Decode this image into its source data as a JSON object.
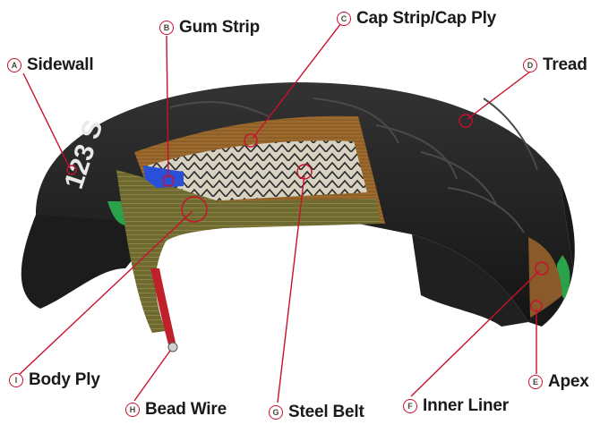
{
  "diagram": {
    "sidewall_marking": "123 S",
    "parts": [
      {
        "key": "A",
        "label": "Sidewall"
      },
      {
        "key": "B",
        "label": "Gum Strip"
      },
      {
        "key": "C",
        "label": "Cap Strip/Cap Ply"
      },
      {
        "key": "D",
        "label": "Tread"
      },
      {
        "key": "E",
        "label": "Apex"
      },
      {
        "key": "F",
        "label": "Inner Liner"
      },
      {
        "key": "G",
        "label": "Steel Belt"
      },
      {
        "key": "H",
        "label": "Bead Wire"
      },
      {
        "key": "I",
        "label": "Body Ply"
      }
    ],
    "colors": {
      "tire_rubber": "#1e1e1e",
      "cap_ply": "#9c6a2e",
      "body_ply": "#6f6a32",
      "steel_belt": "#d8d2c2",
      "gum_strip": "#2a4fd8",
      "apex": "#2aa24a",
      "bead_wire": "#c0202a",
      "callout": "#c8102e"
    }
  }
}
